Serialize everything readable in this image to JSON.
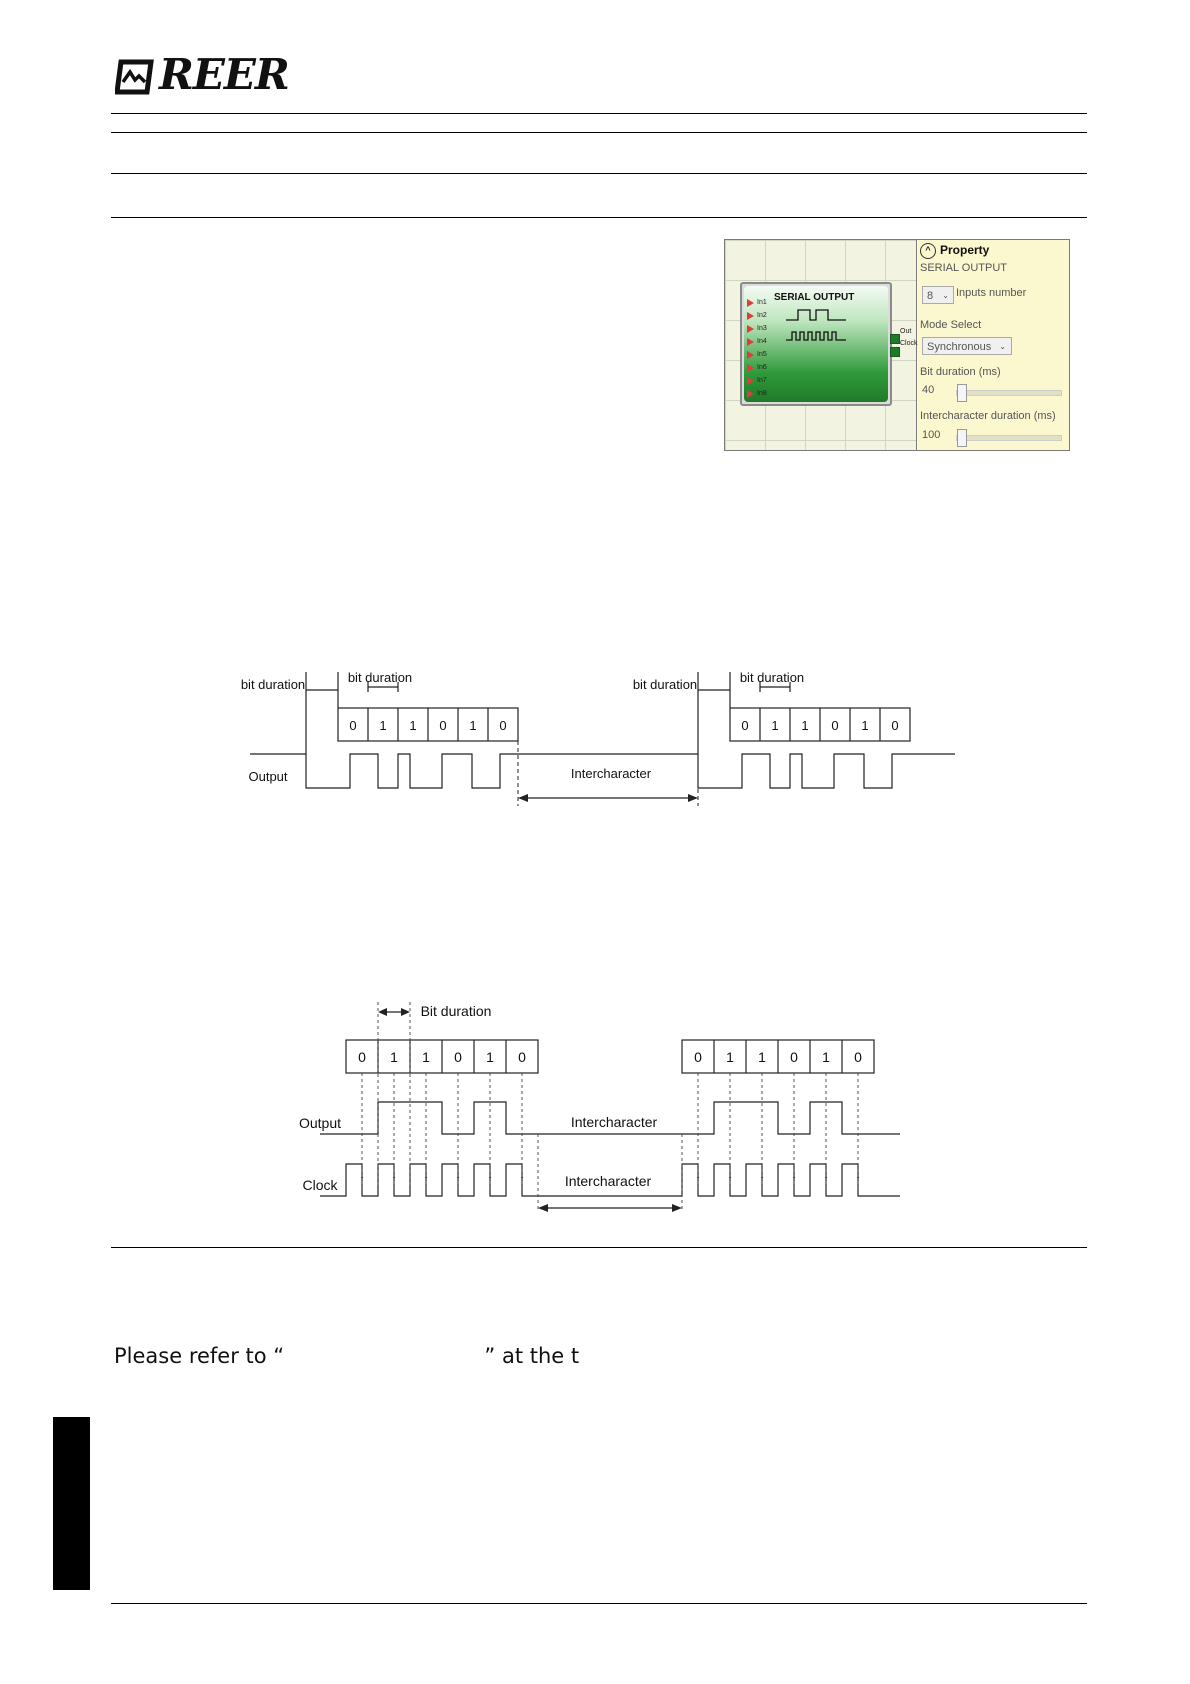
{
  "brand": {
    "logo_text": "REER"
  },
  "panel": {
    "block_title": "SERIAL OUTPUT",
    "inputs": [
      "In1",
      "In2",
      "In3",
      "In4",
      "In5",
      "In6",
      "In7",
      "In8"
    ],
    "outputs": [
      "Out",
      "Clock"
    ],
    "property_header": "Property",
    "section_title": "SERIAL OUTPUT",
    "inputs_number_value": "8",
    "inputs_number_label": "Inputs number",
    "mode_select_label": "Mode Select",
    "mode_select_value": "Synchronous",
    "bit_duration_label": "Bit duration (ms)",
    "bit_duration_value": "40",
    "intercharacter_label": "Intercharacter duration (ms)",
    "intercharacter_value": "100"
  },
  "diagram1": {
    "bit_duration_label": "bit duration",
    "bits": [
      "0",
      "1",
      "1",
      "0",
      "1",
      "0"
    ],
    "output_label": "Output",
    "intercharacter_label": "Intercharacter"
  },
  "diagram2": {
    "bit_duration_label": "Bit duration",
    "bits": [
      "0",
      "1",
      "1",
      "0",
      "1",
      "0"
    ],
    "output_label": "Output",
    "clock_label": "Clock",
    "intercharacter_label": "Intercharacter"
  },
  "footer_text": "Please refer to “                              ” at the t"
}
